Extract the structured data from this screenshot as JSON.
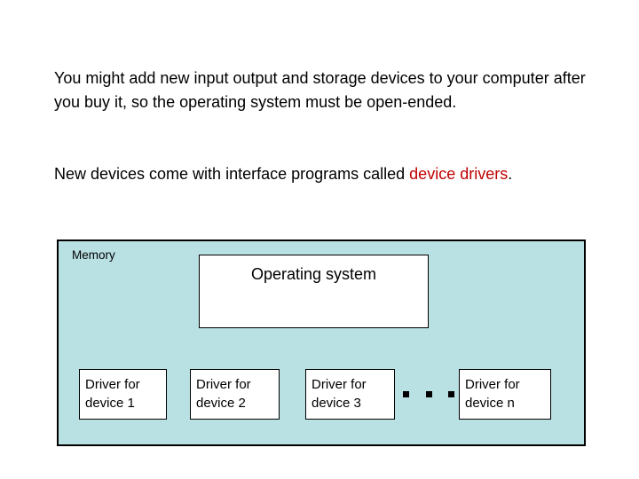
{
  "slide": {
    "paragraphs": [
      {
        "id": "para-1",
        "text": "You might add new input output and storage devices to your computer after you buy it, so the operating system must be open-ended."
      },
      {
        "id": "para-2",
        "lead": "New devices come with interface programs called ",
        "emphasis": "device drivers",
        "trail": "."
      }
    ],
    "diagram": {
      "panel_label": "Memory",
      "panel_color": "#b9e0e3",
      "panel_border_color": "#000000",
      "os_box": {
        "label": "Operating system",
        "fill": "#ffffff",
        "border_color": "#000000"
      },
      "driver_boxes": [
        {
          "label": "Driver for\ndevice 1"
        },
        {
          "label": "Driver for\ndevice 2"
        },
        {
          "label": "Driver for\ndevice 3"
        },
        {
          "label": "Driver for\ndevice n"
        }
      ],
      "ellipsis": "▪ ▪ ▪"
    }
  },
  "colors": {
    "background": "#ffffff",
    "text": "#000000",
    "emphasis_red": "#c00000",
    "memory_fill": "#b9e0e3"
  }
}
